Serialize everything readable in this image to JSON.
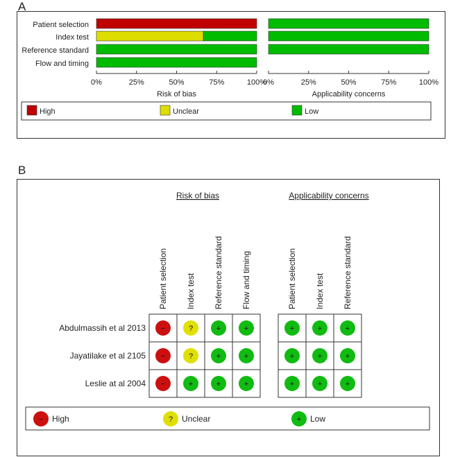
{
  "panel_a": {
    "label": "A",
    "domains": [
      "Patient selection",
      "Index test",
      "Reference standard",
      "Flow and timing"
    ],
    "ticks": [
      "0%",
      "25%",
      "50%",
      "75%",
      "100%"
    ],
    "rob_title": "Risk of bias",
    "app_title": "Applicability concerns",
    "legend": [
      {
        "label": "High",
        "color": "#c00000"
      },
      {
        "label": "Unclear",
        "color": "#dddd00"
      },
      {
        "label": "Low",
        "color": "#00bb00"
      }
    ]
  },
  "panel_b": {
    "label": "B",
    "rob_title": "Risk of bias",
    "app_title": "Applicability concerns",
    "rob_columns": [
      "Patient selection",
      "Index test",
      "Reference standard",
      "Flow and timing"
    ],
    "app_columns": [
      "Patient selection",
      "Index test",
      "Reference standard"
    ],
    "studies": [
      "Abdulmassih et al 2013",
      "Jayatilake et al 2105",
      "Leslie at al 2004"
    ],
    "legend": [
      {
        "label": "High",
        "symbol": "−"
      },
      {
        "label": "Unclear",
        "symbol": "?"
      },
      {
        "label": "Low",
        "symbol": "+"
      }
    ]
  },
  "chart_data": [
    {
      "type": "bar",
      "stacked": true,
      "orientation": "horizontal",
      "title": "Risk of bias",
      "categories": [
        "Patient selection",
        "Index test",
        "Reference standard",
        "Flow and timing"
      ],
      "series": [
        {
          "name": "High",
          "color": "#c00000",
          "values": [
            100,
            0,
            0,
            0
          ]
        },
        {
          "name": "Unclear",
          "color": "#dddd00",
          "values": [
            0,
            66.7,
            0,
            0
          ]
        },
        {
          "name": "Low",
          "color": "#00bb00",
          "values": [
            0,
            33.3,
            100,
            100
          ]
        }
      ],
      "xlim": [
        0,
        100
      ]
    },
    {
      "type": "bar",
      "stacked": true,
      "orientation": "horizontal",
      "title": "Applicability concerns",
      "categories": [
        "Patient selection",
        "Index test",
        "Reference standard"
      ],
      "series": [
        {
          "name": "High",
          "color": "#c00000",
          "values": [
            0,
            0,
            0
          ]
        },
        {
          "name": "Unclear",
          "color": "#dddd00",
          "values": [
            0,
            0,
            0
          ]
        },
        {
          "name": "Low",
          "color": "#00bb00",
          "values": [
            100,
            100,
            100
          ]
        }
      ],
      "xlim": [
        0,
        100
      ]
    },
    {
      "type": "table",
      "title": "Risk of bias summary",
      "rows": [
        "Abdulmassih et al 2013",
        "Jayatilake et al 2105",
        "Leslie at al 2004"
      ],
      "rob_columns": [
        "Patient selection",
        "Index test",
        "Reference standard",
        "Flow and timing"
      ],
      "rob": [
        [
          "High",
          "Unclear",
          "Low",
          "Low"
        ],
        [
          "High",
          "Unclear",
          "Low",
          "Low"
        ],
        [
          "High",
          "Low",
          "Low",
          "Low"
        ]
      ],
      "app_columns": [
        "Patient selection",
        "Index test",
        "Reference standard"
      ],
      "applicability": [
        [
          "Low",
          "Low",
          "Low"
        ],
        [
          "Low",
          "Low",
          "Low"
        ],
        [
          "Low",
          "Low",
          "Low"
        ]
      ],
      "levels": {
        "High": {
          "color": "#cc1010",
          "symbol": "−"
        },
        "Unclear": {
          "color": "#e0e000",
          "symbol": "?"
        },
        "Low": {
          "color": "#11bb11",
          "symbol": "+"
        }
      }
    }
  ]
}
